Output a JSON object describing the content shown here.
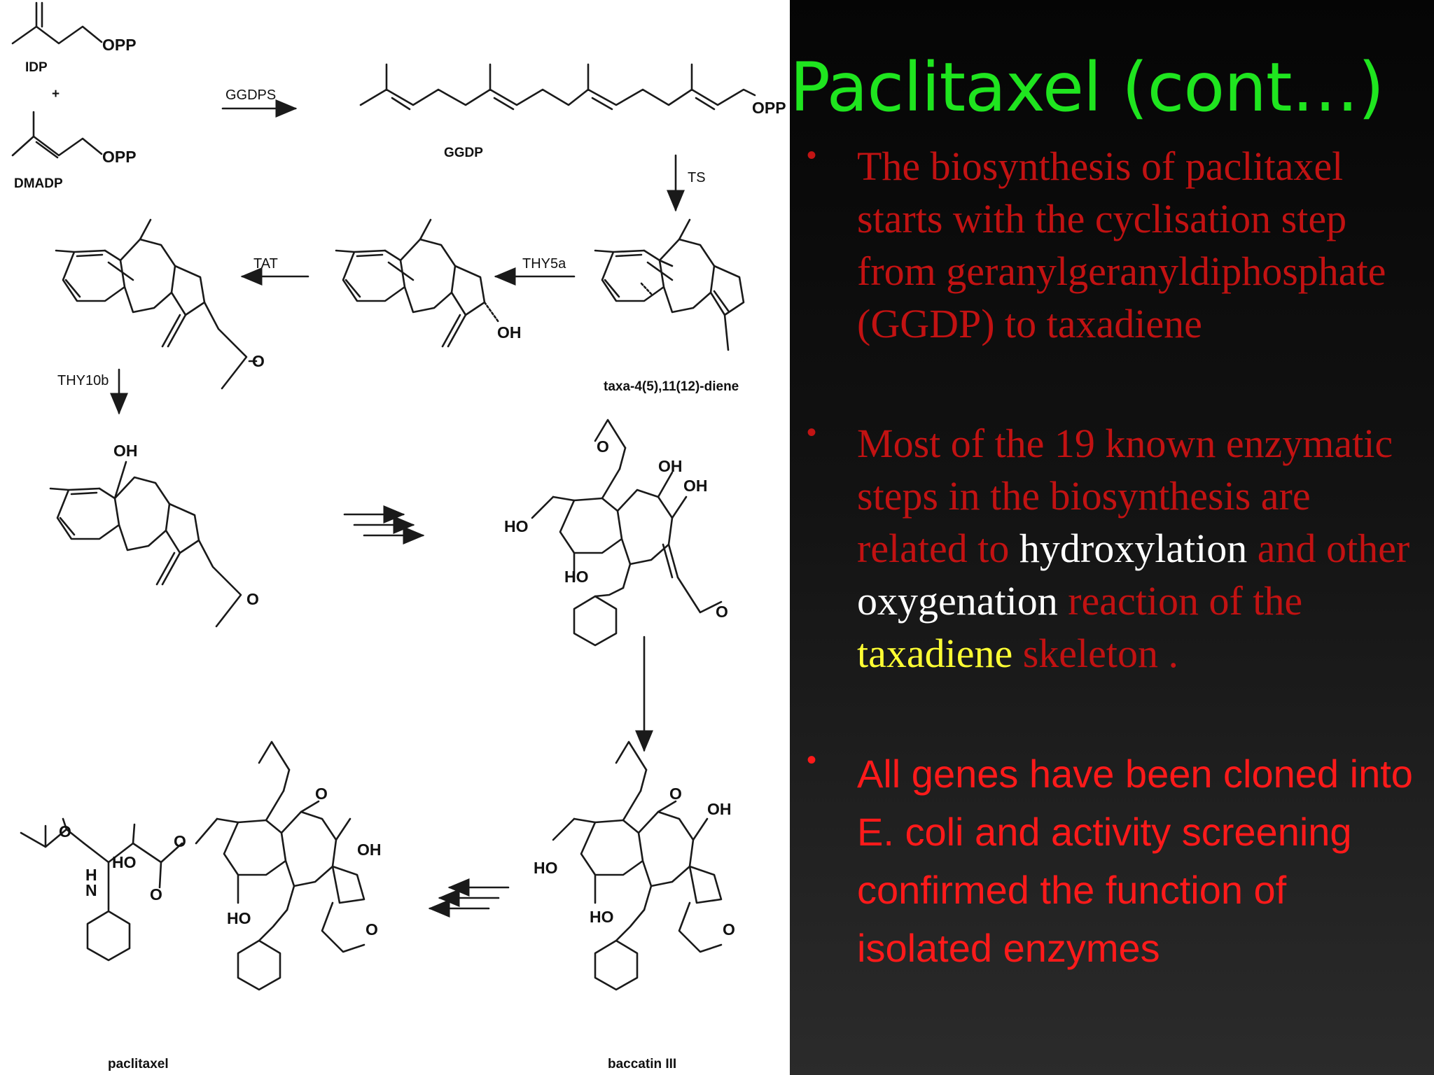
{
  "slide": {
    "title": "Paclitaxel (cont…)",
    "bullets": [
      {
        "text_red": "The biosynthesis of paclitaxel starts with the cyclisation step from geranylgeranyldiphosphate (GGDP) to taxadiene"
      },
      {
        "part1_red": "Most of the 19 known enzymatic steps in the biosynthesis are related to",
        "part2_white": "hydroxylation",
        "part3_red": "and other",
        "part4_white": "oxygenation",
        "part5_red": "reaction of the",
        "part6_yellow": "taxadiene",
        "part7_red": "skeleton ."
      },
      {
        "text": "All genes have been cloned into E. coli and activity screening confirmed the function of isolated enzymes"
      }
    ],
    "colors": {
      "title": "#1fe51f",
      "bullet_red": "#c21212",
      "bullet_bright_red": "#ff1a1a",
      "highlight_white": "#ffffff",
      "highlight_yellow": "#ffff33"
    }
  },
  "diagram": {
    "compounds": {
      "idp": "IDP",
      "dmadp": "DMADP",
      "ggdp": "GGDP",
      "taxadiene": "taxa-4(5),11(12)-diene",
      "baccatin": "baccatin III",
      "paclitaxel": "paclitaxel"
    },
    "enzymes": {
      "ggdps": "GGDPS",
      "ts": "TS",
      "thy5a": "THY5a",
      "tat": "TAT",
      "thy10b": "THY10b"
    },
    "atoms": {
      "opp": "OPP",
      "plus": "+",
      "oh": "OH",
      "ho": "HO",
      "o": "O",
      "n": "N",
      "h": "H"
    }
  }
}
